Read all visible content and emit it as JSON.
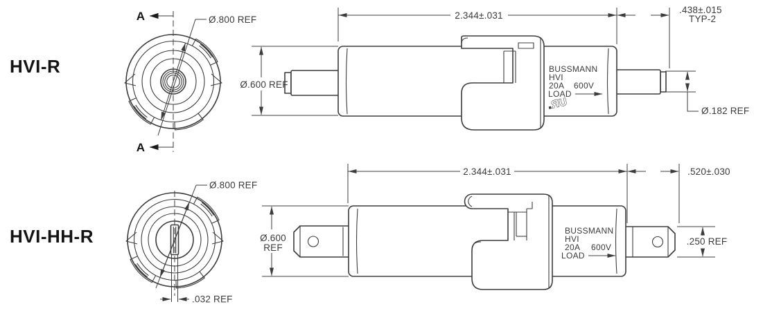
{
  "colors": {
    "line": "#3c3c3c",
    "dim": "#3c3c3c",
    "text": "#3a3a3a",
    "label": "#141414",
    "bg": "#ffffff"
  },
  "top_drawing": {
    "model": "HVI-R",
    "section_marker": "A",
    "front_view": {
      "outer_diameter_label": "Ø.800 REF"
    },
    "side_view": {
      "overall_length": "2.344±.031",
      "terminal_length": ".438±.015",
      "terminal_length_note": "TYP-2",
      "body_diameter": "Ø.600 REF",
      "terminal_diameter": "Ø.182 REF",
      "markings": {
        "brand": "BUSSMANN",
        "series": "HVI",
        "rating_amps": "20A",
        "rating_volts": "600V",
        "load_label": "LOAD",
        "ul_mark": "ЯU"
      }
    }
  },
  "bottom_drawing": {
    "model": "HVI-HH-R",
    "front_view": {
      "outer_diameter_label": "Ø.800 REF",
      "slot_width_label": ".032 REF"
    },
    "side_view": {
      "overall_length": "2.344±.031",
      "terminal_length": ".520±.030",
      "body_diameter_line1": "Ø.600",
      "body_diameter_line2": "REF",
      "terminal_height": ".250 REF",
      "markings": {
        "brand": "BUSSMANN",
        "series": "HVI",
        "rating_amps": "20A",
        "rating_volts": "600V",
        "load_label": "LOAD"
      }
    }
  }
}
